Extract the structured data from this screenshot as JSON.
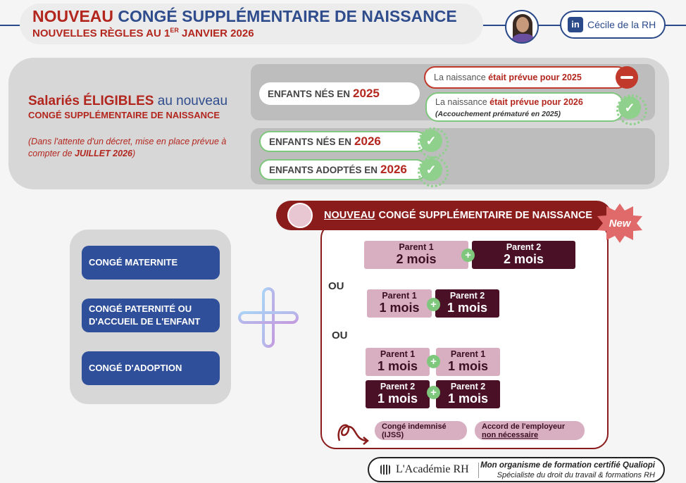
{
  "header": {
    "title_prefix": "NOUVEAU",
    "title_rest": "CONGÉ SUPPLÉMENTAIRE DE NAISSANCE",
    "subtitle_before": "NOUVELLES RÈGLES  AU 1",
    "subtitle_sup": "ER",
    "subtitle_after": " JANVIER 2026",
    "author": "Cécile de la RH",
    "linkedin_icon_text": "in"
  },
  "eligibility": {
    "title_bold": "Salariés ÉLIGIBLES",
    "title_rest": " au nouveau",
    "subtitle": "CONGÉ SUPPLÉMENTAIRE DE NAISSANCE",
    "note_text": "(Dans l'attente d'un décret, mise en place prévue à compter de ",
    "note_bold": "JUILLET 2026",
    "note_end": ")",
    "born_2025_label": "ENFANTS NÉS EN",
    "born_2025_year": "2025",
    "case_2025_text": "La naissance ",
    "case_2025_bold": "était prévue pour 2025",
    "case_2026_text": "La naissance ",
    "case_2026_bold": "était prévue pour 2026",
    "case_2026_note": "(Accouchement prématuré en 2025)",
    "born_2026_label": "ENFANTS NÉS EN",
    "born_2026_year": "2026",
    "adopted_label": "ENFANTS ADOPTÉS EN",
    "adopted_year": "2026"
  },
  "conges": {
    "maternite": "CONGÉ MATERNITE",
    "paternite": "CONGÉ PATERNITÉ OU D'ACCUEIL DE L'ENFANT",
    "adoption": "CONGÉ D'ADOPTION"
  },
  "nouveau": {
    "banner_underlined": "NOUVEAU",
    "banner_rest": "CONGÉ SUPPLÉMENTAIRE DE NAISSANCE",
    "badge": "New",
    "ou": "OU",
    "opt1": [
      {
        "label": "Parent 1",
        "value": "2 mois"
      },
      {
        "label": "Parent 2",
        "value": "2 mois"
      }
    ],
    "opt2": [
      {
        "label": "Parent 1",
        "value": "1 mois"
      },
      {
        "label": "Parent 2",
        "value": "1 mois"
      }
    ],
    "opt3": [
      {
        "label": "Parent 1",
        "value": "1 mois"
      },
      {
        "label": "Parent 1",
        "value": "1 mois"
      },
      {
        "label": "Parent 2",
        "value": "1 mois"
      },
      {
        "label": "Parent 2",
        "value": "1 mois"
      }
    ],
    "indemnise": "Congé indemnisé (IJSS)",
    "accord_line1": "Accord de l'employeur",
    "accord_line2": "non nécessaire"
  },
  "footer": {
    "academie": "L'Académie RH",
    "line1": "Mon organisme de formation certifié Qualiopi",
    "line2": "Spécialiste du droit du travail & formations RH"
  },
  "colors": {
    "red": "#b3261e",
    "blue": "#2f4c8c",
    "maroon": "#8a1c1c",
    "green": "#7ec77c",
    "pink": "#d8afc1",
    "plum": "#4a1026"
  }
}
